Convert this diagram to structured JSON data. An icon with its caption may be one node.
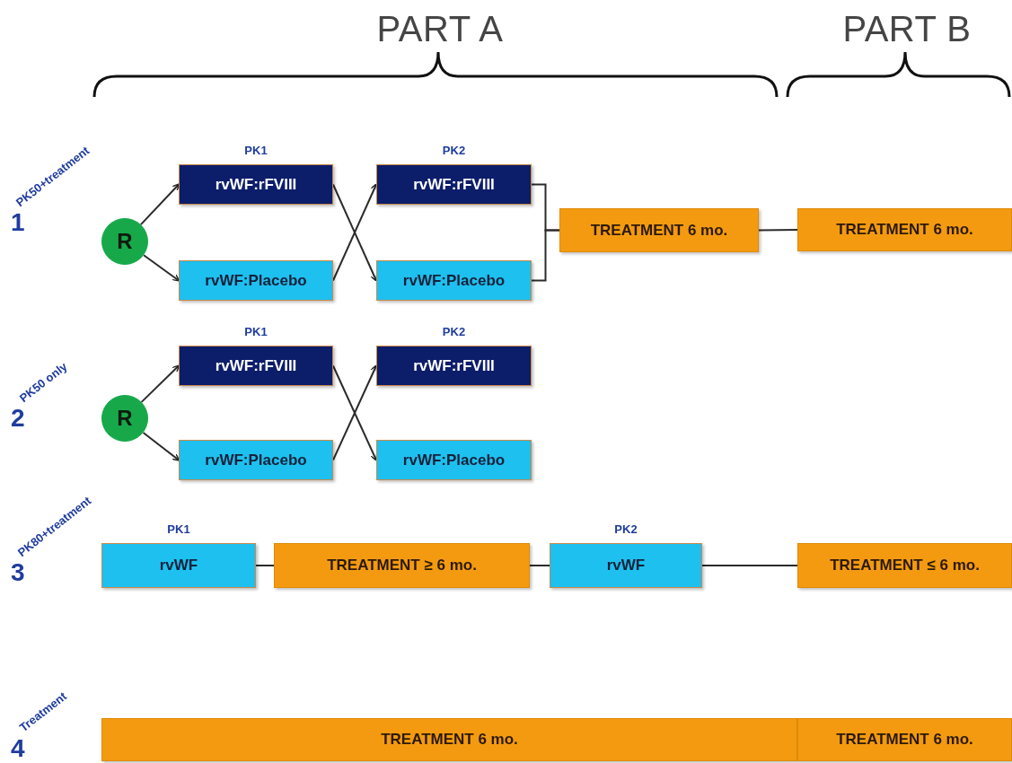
{
  "diagram": {
    "nodes": [
      {
        "text": [
          "R"
        ]
      },
      {
        "text": [
          "rvWF:rFVIII"
        ],
        "beside": [
          "PK1"
        ]
      },
      {
        "text": [
          "rvWF:Placebo"
        ]
      },
      {
        "text": [
          "rvWF:rFVIII"
        ],
        "beside": [
          "PK2"
        ]
      },
      {
        "text": [
          "rvWF:Placebo"
        ]
      },
      {
        "text": [
          "TREATMENT 6 mo."
        ]
      },
      {
        "text": [
          "TREATMENT 6 mo."
        ]
      },
      {
        "text": [
          "R"
        ]
      },
      {
        "text": [
          "rvWF:rFVIII"
        ],
        "beside": [
          "PK1"
        ]
      },
      {
        "text": [
          "rvWF:Placebo"
        ]
      },
      {
        "text": [
          "rvWF:rFVIII"
        ],
        "beside": [
          "PK2"
        ]
      },
      {
        "text": [
          "rvWF:Placebo"
        ]
      },
      {
        "text": [
          "rvWF"
        ],
        "beside": [
          "PK1"
        ]
      },
      {
        "text": [
          "TREATMENT ≥ 6 mo."
        ]
      },
      {
        "text": [
          "rvWF"
        ],
        "beside": [
          "PK2"
        ]
      },
      {
        "text": [
          "TREATMENT ≤ 6 mo."
        ]
      },
      {
        "text": [
          "TREATMENT 6 mo."
        ]
      },
      {
        "text": [
          "TREATMENT 6 mo."
        ]
      }
    ],
    "edges": [
      {
        "from": 0,
        "to": 1,
        "arrow": "to"
      },
      {
        "from": 0,
        "to": 2,
        "arrow": "to"
      },
      {
        "from": 1,
        "to": 4,
        "arrow": "to"
      },
      {
        "from": 2,
        "to": 3,
        "arrow": "to"
      },
      {
        "from": 3,
        "to": 5,
        "arrow": "none"
      },
      {
        "from": 4,
        "to": 5,
        "arrow": "none"
      },
      {
        "from": 5,
        "to": 6,
        "arrow": "none"
      },
      {
        "from": 7,
        "to": 8,
        "arrow": "to"
      },
      {
        "from": 7,
        "to": 9,
        "arrow": "to"
      },
      {
        "from": 8,
        "to": 11,
        "arrow": "to"
      },
      {
        "from": 9,
        "to": 10,
        "arrow": "to"
      },
      {
        "from": 12,
        "to": 13,
        "arrow": "none"
      },
      {
        "from": 13,
        "to": 14,
        "arrow": "none"
      },
      {
        "from": 14,
        "to": 15,
        "arrow": "none"
      }
    ],
    "labels": [
      "PART A",
      "PART B",
      "1",
      "PK50+treatment",
      "2",
      "PK50 only",
      "3",
      "PK80+treatment",
      "4",
      "Treatment"
    ]
  }
}
